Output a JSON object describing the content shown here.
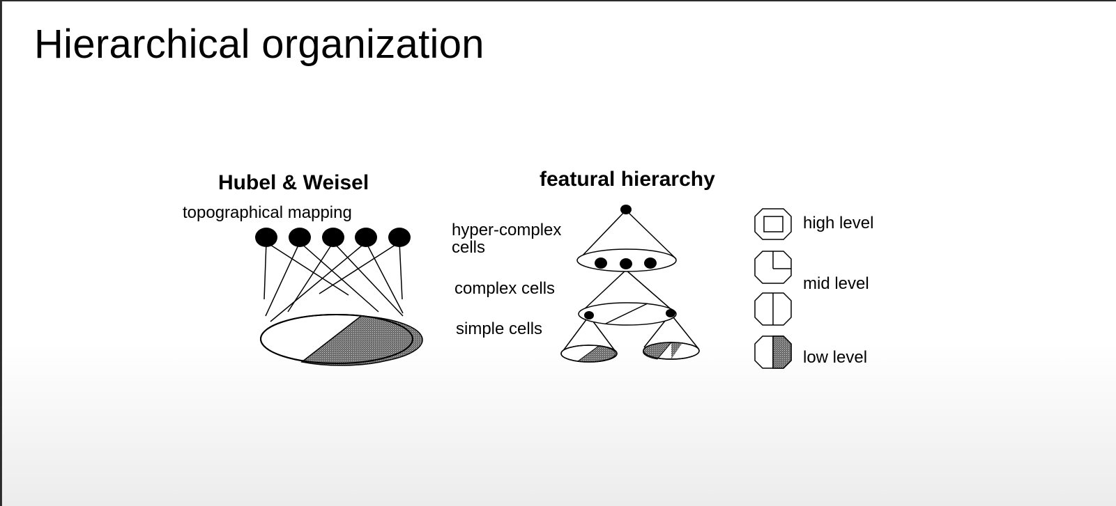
{
  "slide": {
    "title": "Hierarchical organization"
  },
  "left_panel": {
    "heading": "Hubel & Weisel",
    "caption": "topographical mapping"
  },
  "middle_panel": {
    "heading": "featural hierarchy",
    "labels": {
      "hyper_complex_line1": "hyper-complex",
      "hyper_complex_line2": "cells",
      "complex": "complex cells",
      "simple": "simple cells"
    }
  },
  "right_panel": {
    "levels": {
      "high": "high level",
      "mid": "mid level",
      "low": "low level"
    }
  }
}
